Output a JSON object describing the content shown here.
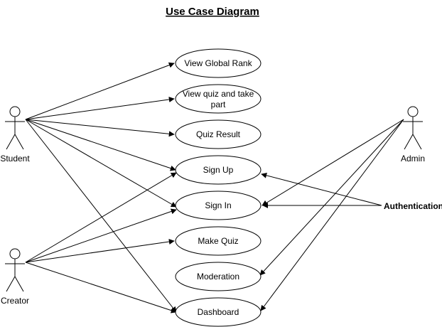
{
  "title": "Use Case Diagram",
  "actors": {
    "student": "Student",
    "creator": "Creator",
    "admin": "Admin"
  },
  "use_cases": {
    "view_global_rank": "View Global Rank",
    "view_quiz_line1": "View quiz and take",
    "view_quiz_line2": "part",
    "quiz_result": "Quiz Result",
    "sign_up": "Sign Up",
    "sign_in": "Sign In",
    "make_quiz": "Make Quiz",
    "moderation": "Moderation",
    "dashboard": "Dashboard"
  },
  "authentication": "Authentication"
}
